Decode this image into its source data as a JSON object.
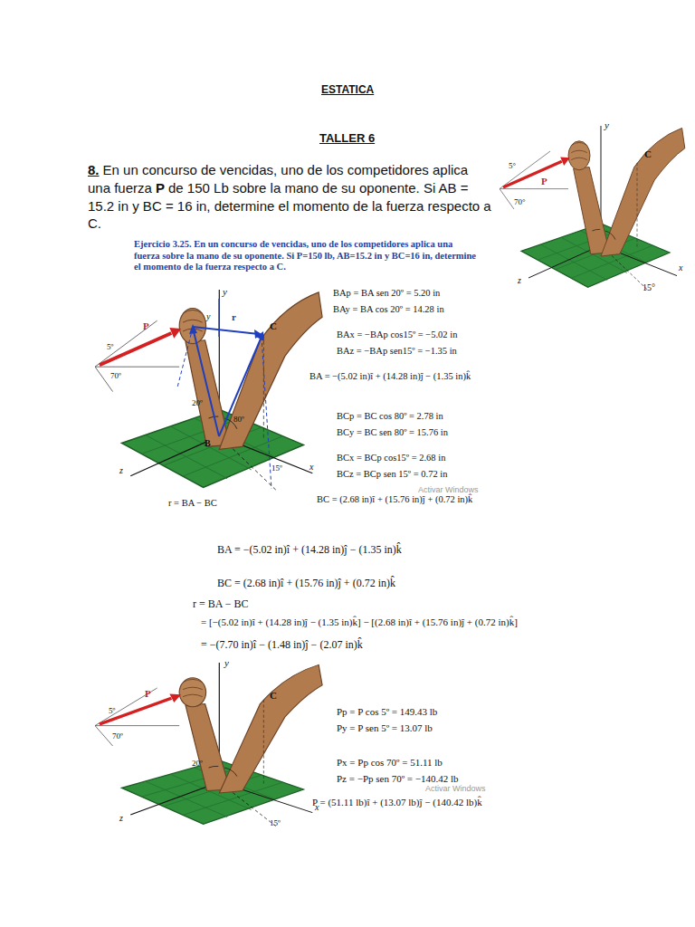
{
  "diagram": {
    "title": "ESTATICA",
    "labels": [
      "TALLER 6",
      "8.",
      "En un concurso de vencidas, uno de los competidores aplica una fuerza",
      "P",
      "de 150 Lb sobre la mano de su oponente. Si AB = 15.2 in y BC = 16 in, determine el momento de la fuerza respecto a C.",
      "y",
      "C",
      "P",
      "5°",
      "70°",
      "z",
      "x",
      "15°",
      "Ejercicio 3.25.   En un concurso de vencidas, uno de los competidores aplica una fuerza sobre la mano de su oponente. Si P=150 lb, AB=15.2 in y BC=16 in, determine el momento de la fuerza respecto a C.",
      "y",
      "y",
      "r",
      "C",
      "P",
      "5º",
      "70º",
      "20º",
      "80º",
      "B",
      "z",
      "x",
      "15º",
      "r = BA − BC",
      "BAp = BA sen 20º = 5.20 in",
      "BAy = BA cos 20º = 14.28 in",
      "BAx = −BAp cos15º = −5.02 in",
      "BAz = −BAp sen15º = −1.35 in",
      "BA = −(5.02 in)î + (14.28 in)ĵ − (1.35 in)k̂",
      "BCp = BC cos 80º = 2.78 in",
      "BCy = BC sen 80º = 15.76 in",
      "BCx = BCp cos15º = 2.68 in",
      "BCz = BCp sen 15º = 0.72 in",
      "BC = (2.68 in)î + (15.76 in)ĵ + (0.72 in)k̂",
      "Activar Windows",
      "BA = −(5.02 in)î + (14.28 in)ĵ − (1.35 in)k̂",
      "BC = (2.68 in)î + (15.76 in)ĵ + (0.72 in)k̂",
      "r = BA − BC",
      "= [−(5.02 in)î + (14.28 in)ĵ − (1.35 in)k̂] − [(2.68 in)î + (15.76 in)ĵ + (0.72 in)k̂]",
      "= −(7.70 in)î − (1.48 in)ĵ − (2.07 in)k̂",
      "y",
      "C",
      "P",
      "5º",
      "70º",
      "20º",
      "z",
      "x",
      "15º",
      "Pp = P cos 5º = 149.43 lb",
      "Py = P sen 5º = 13.07 lb",
      "Px = Pp cos 70º = 51.11 lb",
      "Pz = −Pp sen 70º = −140.42 lb",
      "P = (51.11 lb)î + (13.07 lb)ĵ − (140.42 lb)k̂",
      "Activar Windows"
    ]
  }
}
